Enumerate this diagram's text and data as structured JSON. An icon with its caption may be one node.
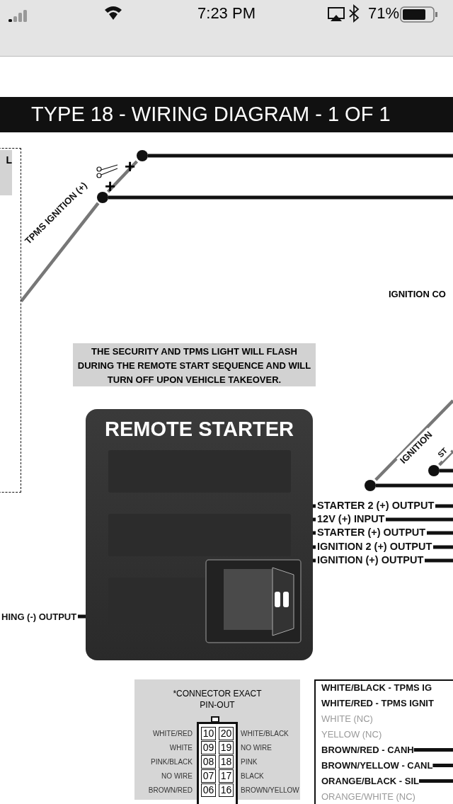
{
  "diagram": {
    "title": "TYPE 18 - WIRING DIAGRAM - 1 OF 1",
    "nodes": [
      {
        "text": [],
        "shape": "box"
      },
      {
        "text": [
          "L"
        ],
        "in": 0
      },
      {
        "text": [],
        "shape": "circle"
      },
      {
        "text": [],
        "shape": "circle"
      },
      {
        "text": [
          "THE SECURITY AND TPMS LIGHT WILL FLASH DURING THE REMOTE START SEQUENCE AND WILL TURN OFF UPON VEHICLE TAKEOVER."
        ]
      },
      {
        "text": [
          "REMOTE STARTER"
        ]
      },
      {
        "text": [],
        "shape": "circle"
      },
      {
        "text": [],
        "shape": "circle"
      },
      {
        "text": [
          "*CONNECTOR EXACT PIN-OUT"
        ]
      },
      {
        "text": [],
        "shape": "box"
      },
      {
        "text": [
          "WHITE/BLACK - TPMS IG"
        ],
        "in": 9
      },
      {
        "text": [
          "WHITE/RED - TPMS IGNIT"
        ],
        "in": 9
      },
      {
        "text": [
          "WHITE (NC)"
        ],
        "in": 9
      },
      {
        "text": [
          "YELLOW (NC)"
        ],
        "in": 9
      },
      {
        "text": [
          "BROWN/RED - CANH"
        ],
        "in": 9
      },
      {
        "text": [
          "BROWN/YELLOW - CANL"
        ],
        "in": 9
      },
      {
        "text": [
          "ORANGE/BLACK - SIL"
        ],
        "in": 9
      },
      {
        "text": [
          "ORANGE/WHITE (NC)"
        ],
        "in": 9
      }
    ],
    "edges": [
      {
        "from": 0,
        "to": 3,
        "arrow": "none",
        "label": "TPMS IGNITION (+)",
        "color": "#777777"
      },
      {
        "from": 3,
        "to": 2,
        "arrow": "none",
        "color": "#777777"
      },
      {
        "from": 2,
        "to": null,
        "arrow": "none"
      },
      {
        "from": 3,
        "to": null,
        "arrow": "none"
      },
      {
        "from": 7,
        "to": null,
        "arrow": "none",
        "label": "IGNITION",
        "color": "#777777"
      },
      {
        "from": 6,
        "to": null,
        "arrow": "none",
        "label": "ST",
        "color": "#777777"
      },
      {
        "from": 6,
        "to": null,
        "arrow": "none"
      },
      {
        "from": 7,
        "to": null,
        "arrow": "none"
      },
      {
        "from": 5,
        "to": null,
        "arrow": "none",
        "label": "STARTER 2 (+) OUTPUT"
      },
      {
        "from": 5,
        "to": null,
        "arrow": "none",
        "label": "12V (+) INPUT"
      },
      {
        "from": 5,
        "to": null,
        "arrow": "none",
        "label": "STARTER (+) OUTPUT"
      },
      {
        "from": 5,
        "to": null,
        "arrow": "none",
        "label": "IGNITION 2 (+) OUTPUT"
      },
      {
        "from": 5,
        "to": null,
        "arrow": "none",
        "label": "IGNITION (+) OUTPUT"
      },
      {
        "from": 5,
        "to": null,
        "arrow": "none",
        "label": "HING (-) OUTPUT"
      },
      {
        "from": 14,
        "to": null,
        "arrow": "none"
      },
      {
        "from": 15,
        "to": null,
        "arrow": "none"
      },
      {
        "from": 16,
        "to": null,
        "arrow": "none"
      }
    ],
    "labels": [
      "7:23 PM",
      "71%",
      "+",
      "+",
      "IGNITION CO",
      "WHITE/RED",
      "10",
      "20",
      "WHITE/BLACK",
      "WHITE",
      "09",
      "19",
      "NO WIRE",
      "PINK/BLACK",
      "08",
      "18",
      "PINK",
      "NO WIRE",
      "07",
      "17",
      "BLACK",
      "BROWN/RED",
      "06",
      "16",
      "BROWN/YELLOW"
    ]
  }
}
